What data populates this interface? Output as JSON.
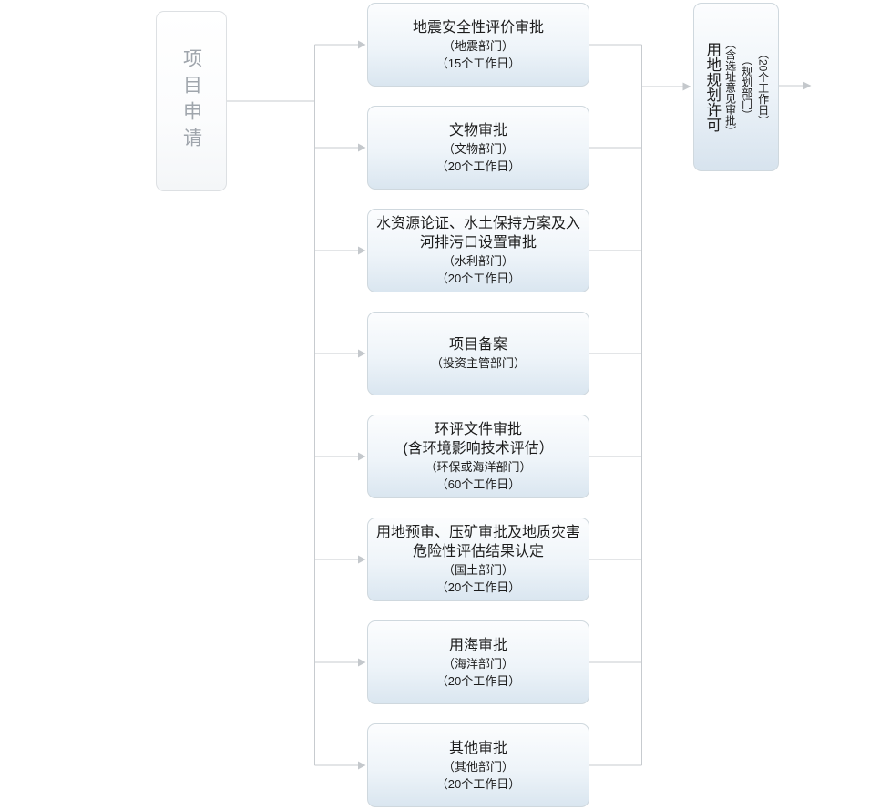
{
  "flow": {
    "source": {
      "label": "项目申请"
    },
    "approvals": [
      {
        "title": "地震安全性评价审批",
        "dept": "（地震部门）",
        "duration": "（15个工作日）"
      },
      {
        "title": "文物审批",
        "dept": "（文物部门）",
        "duration": "（20个工作日）"
      },
      {
        "title": "水资源论证、水土保持方案及入河排污口设置审批",
        "dept": "（水利部门）",
        "duration": "（20个工作日）"
      },
      {
        "title": "项目备案",
        "dept": "（投资主管部门）"
      },
      {
        "title": "环评文件审批",
        "subtitle": "(含环境影响技术评估）",
        "dept": "（环保或海洋部门）",
        "duration": "（60个工作日）"
      },
      {
        "title": "用地预审、压矿审批及地质灾害危险性评估结果认定",
        "dept": "（国土部门）",
        "duration": "（20个工作日）"
      },
      {
        "title": "用海审批",
        "dept": "（海洋部门）",
        "duration": "（20个工作日）"
      },
      {
        "title": "其他审批",
        "dept": "（其他部门）",
        "duration": "（20个工作日）"
      }
    ],
    "result": {
      "title": "用地规划许可",
      "note": "（含选址意见审批）",
      "dept": "（规划部门）",
      "duration": "（20个工作日）"
    }
  },
  "colors": {
    "box_border": "#cfd8de",
    "box_gradient_top": "#fcfdfe",
    "box_gradient_bottom": "#dae6f0",
    "connector": "#c7cbcf",
    "arrowhead": "#c4c8cc",
    "text": "#1c1c1c",
    "source_text": "#9fa5ac"
  }
}
